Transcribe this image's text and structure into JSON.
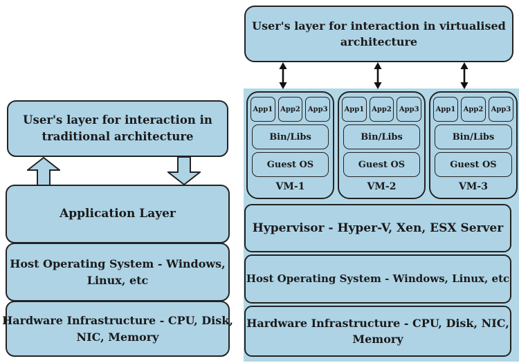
{
  "colors": {
    "box_fill": "#aed3e5",
    "panel_fill": "#b2d7e7",
    "border": "#222222",
    "text": "#1a1a1a",
    "arrow_fill": "#aed3e5"
  },
  "left_stack": {
    "user_layer_lines": [
      "User's layer for interaction in",
      "traditional architecture"
    ],
    "application_layer": "Application Layer",
    "host_os_lines": [
      "Host Operating System -  Windows,",
      "Linux, etc"
    ],
    "hardware_lines": [
      "Hardware Infrastructure - CPU, Disk,",
      "NIC, Memory"
    ]
  },
  "right_stack": {
    "user_layer_lines": [
      "User's layer for interaction in virtualised",
      "architecture"
    ],
    "vms": [
      {
        "label": "VM-1",
        "apps": [
          "App1",
          "App2",
          "App3"
        ],
        "bin_libs": "Bin/Libs",
        "guest_os": "Guest OS"
      },
      {
        "label": "VM-2",
        "apps": [
          "App1",
          "App2",
          "App3"
        ],
        "bin_libs": "Bin/Libs",
        "guest_os": "Guest OS"
      },
      {
        "label": "VM-3",
        "apps": [
          "App1",
          "App2",
          "App3"
        ],
        "bin_libs": "Bin/Libs",
        "guest_os": "Guest OS"
      }
    ],
    "hypervisor": "Hypervisor - Hyper-V, Xen, ESX Server",
    "host_os": "Host Operating System -  Windows, Linux, etc",
    "hardware_lines": [
      "Hardware Infrastructure - CPU, Disk, NIC,",
      "Memory"
    ]
  }
}
